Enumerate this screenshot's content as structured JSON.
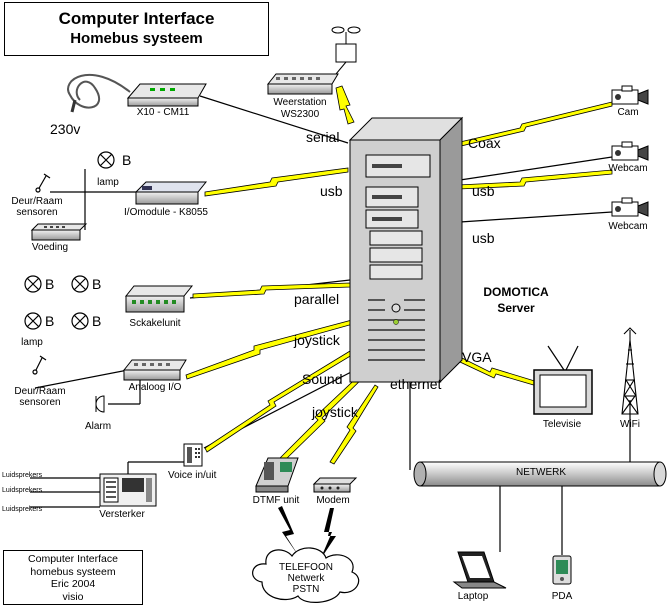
{
  "title": {
    "line1": "Computer Interface",
    "line2": "Homebus systeem"
  },
  "credit": {
    "line1": "Computer Interface",
    "line2": "homebus systeem",
    "line3": "Eric 2004",
    "line4": "visio"
  },
  "server": {
    "line1": "DOMOTICA",
    "line2": "Server"
  },
  "devices": {
    "x10": "X10 - CM11",
    "power": "230v",
    "weather1": "Weerstation",
    "weather2": "WS2300",
    "lamp": "lamp",
    "b": "B",
    "door1": "Deur/Raam",
    "door2": "sensoren",
    "voeding": "Voeding",
    "iomodule": "I/Omodule - K8055",
    "schakel": "Sckakelunit",
    "analog": "Analoog I/O",
    "alarm": "Alarm",
    "voice": "Voice in/uit",
    "speakers": "Luidsprekers",
    "amp": "Versterker",
    "dtmf": "DTMF unit",
    "modem": "Modem",
    "phone1": "TELEFOON",
    "phone2": "Netwerk",
    "phone3": "PSTN",
    "cam": "Cam",
    "webcam": "Webcam",
    "tv": "Televisie",
    "wifi": "WiFi",
    "laptop": "Laptop",
    "pda": "PDA",
    "network": "NETWERK"
  },
  "links": {
    "serial": "serial",
    "usb": "usb",
    "parallel": "parallel",
    "joystick": "joystick",
    "sound": "Sound",
    "ethernet": "ethernet",
    "coax": "Coax",
    "vga": "VGA"
  },
  "colors": {
    "link": "#ffff00",
    "line": "#000000",
    "device": "#d8d8d8",
    "pipe": "#c8c8c8"
  }
}
